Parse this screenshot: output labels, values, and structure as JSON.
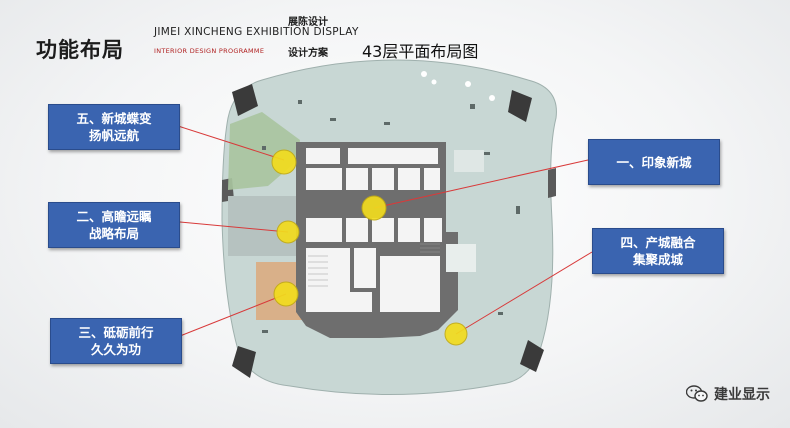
{
  "header": {
    "title": "功能布局",
    "english_title": "JIMEI XINCHENG  EXHIBITION DISPLAY",
    "english_subtitle": "INTERIOR  DESIGN  PROGRAMME",
    "cn_line1": "展陈设计",
    "cn_line2": "设计方案",
    "plan_title": "43层平面布局图"
  },
  "callouts": [
    {
      "id": "five",
      "line1": "五、新城蝶变",
      "line2": "扬帆远航"
    },
    {
      "id": "two",
      "line1": "二、高瞻远瞩",
      "line2": "战略布局"
    },
    {
      "id": "three",
      "line1": "三、砥砺前行",
      "line2": "久久为功"
    },
    {
      "id": "one",
      "line1": "一、印象新城",
      "line2": ""
    },
    {
      "id": "four",
      "line1": "四、产城融合",
      "line2": "集聚成城"
    }
  ],
  "watermark": {
    "text": "建业显示"
  },
  "colors": {
    "callout_fill": "#3a64b0",
    "marker_fill": "#f2dc1e",
    "leader_line": "#d83a3a",
    "floor_fill": "#c8d7d4",
    "core_fill": "#6e6e6e",
    "zone_green": "#a9c49e",
    "zone_orange": "#d9b089",
    "zone_pink": "#d6a7a4"
  }
}
